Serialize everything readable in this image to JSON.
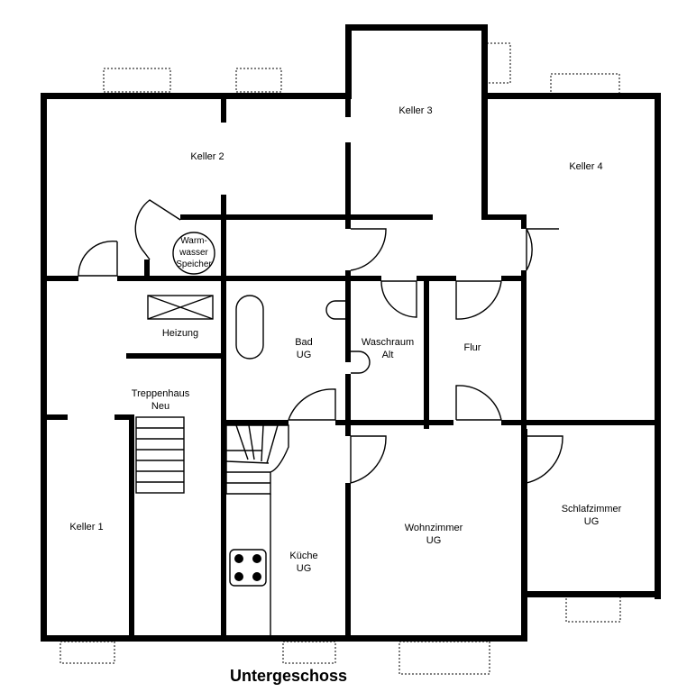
{
  "plan": {
    "title": "Untergeschoss",
    "rooms": {
      "keller_2": "Keller 2",
      "keller_3": "Keller 3",
      "keller_4": "Keller 4",
      "keller_1": "Keller 1",
      "heizung": "Heizung",
      "treppenhaus": [
        "Treppenhaus",
        "Neu"
      ],
      "bad": [
        "Bad",
        "UG"
      ],
      "waschraum": [
        "Waschraum",
        "Alt"
      ],
      "flur": "Flur",
      "kueche": [
        "Küche",
        "UG"
      ],
      "wohnzimmer": [
        "Wohnzimmer",
        "UG"
      ],
      "schlafzimmer": [
        "Schlafzimmer",
        "UG"
      ]
    },
    "fixtures": {
      "warmwasser_speicher": [
        "Warm-",
        "wasser",
        "Speicher"
      ]
    }
  }
}
